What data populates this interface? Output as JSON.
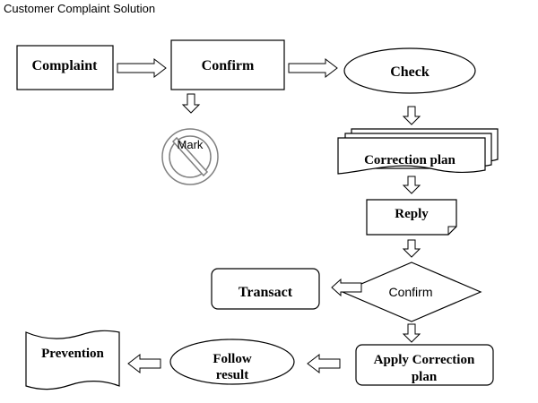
{
  "title": "Customer Complaint Solution",
  "nodes": {
    "complaint": "Complaint",
    "confirm_top": "Confirm",
    "check": "Check",
    "mark": "Mark",
    "correction_plan": "Correction plan",
    "reply": "Reply",
    "confirm_decision": "Confirm",
    "transact": "Transact",
    "apply_line1": "Apply Correction",
    "apply_line2": "plan",
    "follow_line1": "Follow",
    "follow_line2": "result",
    "prevention": "Prevention"
  },
  "icons": {
    "mark": "prohibited-sign-icon",
    "arrows": "hollow-block-arrow-icon"
  },
  "colors": {
    "stroke": "#000000",
    "fill": "#ffffff",
    "prohibit": "#808080"
  }
}
